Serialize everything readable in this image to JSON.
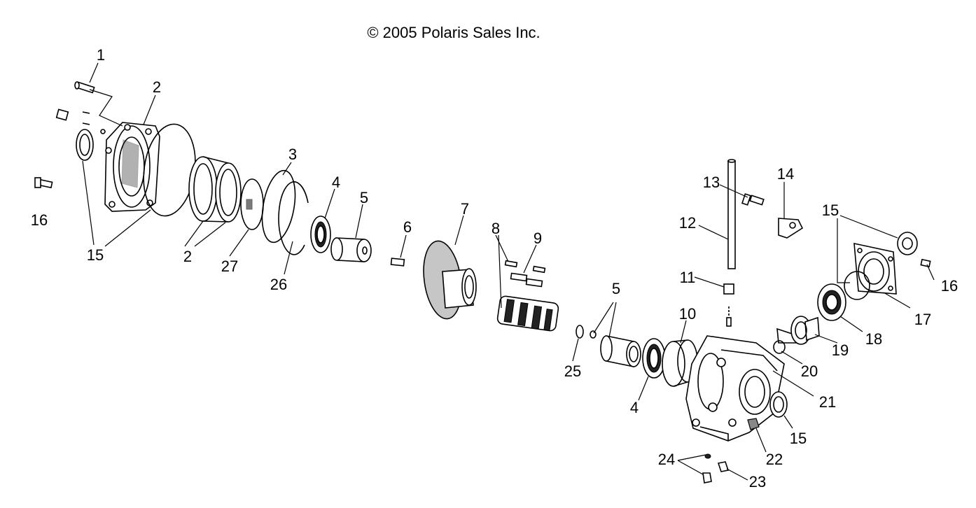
{
  "copyright": "© 2005 Polaris Sales Inc.",
  "callouts": {
    "c1": "1",
    "c2a": "2",
    "c2b": "2",
    "c3": "3",
    "c4a": "4",
    "c4b": "4",
    "c5a": "5",
    "c5b": "5",
    "c6": "6",
    "c7": "7",
    "c8": "8",
    "c9": "9",
    "c10": "10",
    "c11": "11",
    "c12": "12",
    "c13": "13",
    "c14": "14",
    "c15a": "15",
    "c15b": "15",
    "c15c": "15",
    "c16a": "16",
    "c16b": "16",
    "c17": "17",
    "c18": "18",
    "c19": "19",
    "c20": "20",
    "c21": "21",
    "c22": "22",
    "c23": "23",
    "c24": "24",
    "c25": "25",
    "c26": "26",
    "c27": "27"
  }
}
